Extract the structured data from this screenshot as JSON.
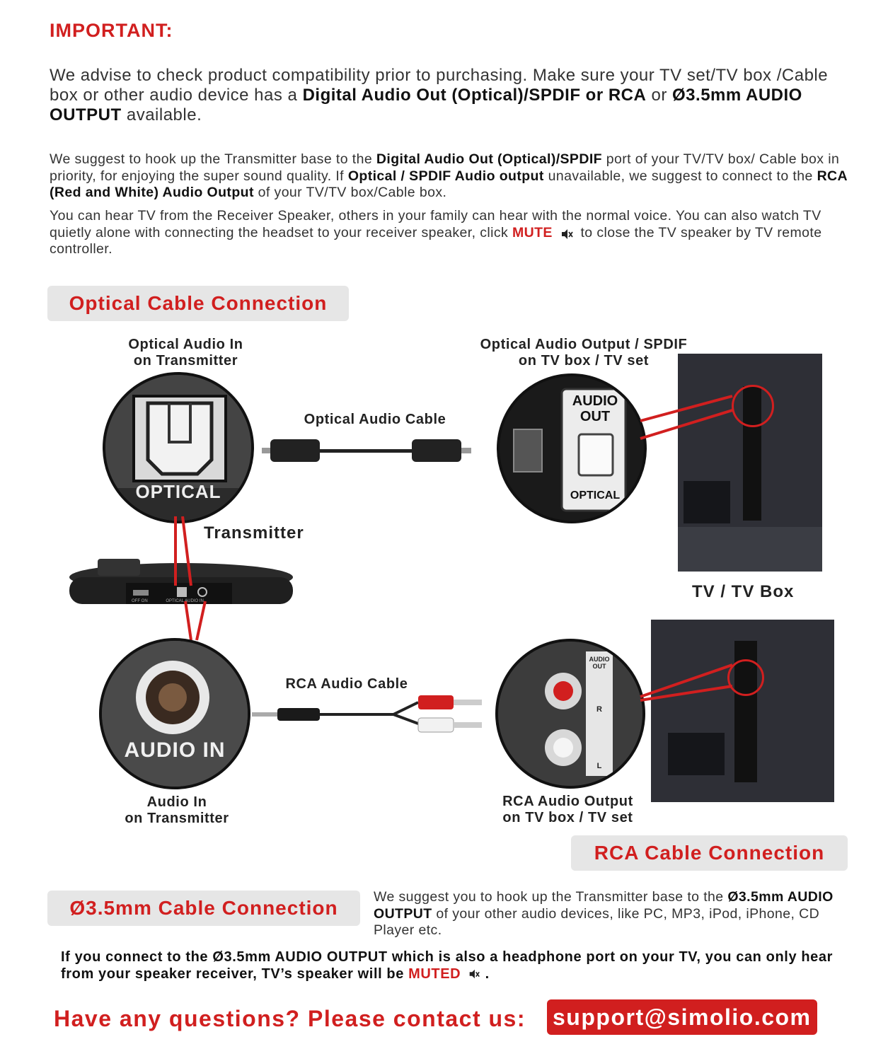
{
  "important_heading": "IMPORTANT:",
  "advice": {
    "t1": "We advise to check product compatibility prior to purchasing. Make sure your TV set/TV box /Cable box or other audio device has a ",
    "b1": "Digital Audio Out (Optical)/SPDIF or RCA",
    "t2": " or ",
    "b2": "Ø3.5mm AUDIO OUTPUT",
    "t3": " available."
  },
  "suggest": {
    "t1": "We suggest to hook up the Transmitter base to the ",
    "b1": "Digital Audio Out (Optical)/SPDIF",
    "t2": " port of your TV/TV box/ Cable box in priority, for enjoying the super sound quality. If ",
    "b2": "Optical / SPDIF Audio output",
    "t3": " unavailable, we suggest to connect to the ",
    "b3": "RCA (Red and White) Audio Output",
    "t4": " of your TV/TV box/Cable box."
  },
  "hear": {
    "t1": "You can hear TV from the Receiver Speaker,  others in your family can hear with the normal voice. You can also watch TV quietly alone with connecting the headset to your receiver speaker, click ",
    "mute": "MUTE",
    "t2": " to close the TV speaker by TV remote controller."
  },
  "optical_section": {
    "title": "Optical Cable Connection",
    "transmitter_port_label_1": "Optical Audio In",
    "transmitter_port_label_2": "on Transmitter",
    "transmitter_port_text": "OPTICAL",
    "cable_label": "Optical Audio Cable",
    "tv_port_label_1": "Optical Audio Output / SPDIF",
    "tv_port_label_2": "on TV box / TV set",
    "tv_port_text_1": "AUDIO",
    "tv_port_text_2": "OUT",
    "tv_port_text_3": "OPTICAL",
    "transmitter_label": "Transmitter",
    "tv_label": "TV / TV Box"
  },
  "transmitter_device": {
    "labels": [
      "OFF",
      "ON",
      "OPTICAL",
      "AUDIO IN"
    ]
  },
  "rca_section": {
    "title": "RCA Cable Connection",
    "transmitter_port_text": "AUDIO IN",
    "transmitter_port_label_1": "Audio In",
    "transmitter_port_label_2": "on Transmitter",
    "cable_label": "RCA  Audio Cable",
    "tv_port_text_1": "AUDIO",
    "tv_port_text_2": "OUT",
    "tv_port_r": "R",
    "tv_port_l": "L",
    "tv_port_label_1": "RCA Audio Output",
    "tv_port_label_2": "on TV box / TV set"
  },
  "mm_section": {
    "title": "Ø3.5mm Cable Connection",
    "t1": "We suggest you to hook up the Transmitter base to the ",
    "b1": "Ø3.5mm AUDIO OUTPUT",
    "t2": " of your other audio devices, like PC, MP3, iPod, iPhone, CD Player etc."
  },
  "note": {
    "t1": "If you connect to the Ø3.5mm AUDIO OUTPUT which is also a headphone port on your TV, you can only hear from your speaker receiver, TV’s speaker will be ",
    "muted": "MUTED",
    "t2": " ."
  },
  "contact": {
    "question": "Have any questions? Please contact us:",
    "email": "support@simolio.com"
  },
  "colors": {
    "accent": "#d11f1f",
    "pill_bg": "#e6e6e6"
  },
  "icons": [
    "mute-icon",
    "optical-port-icon",
    "rca-jack-icon",
    "audio-in-jack-icon"
  ]
}
